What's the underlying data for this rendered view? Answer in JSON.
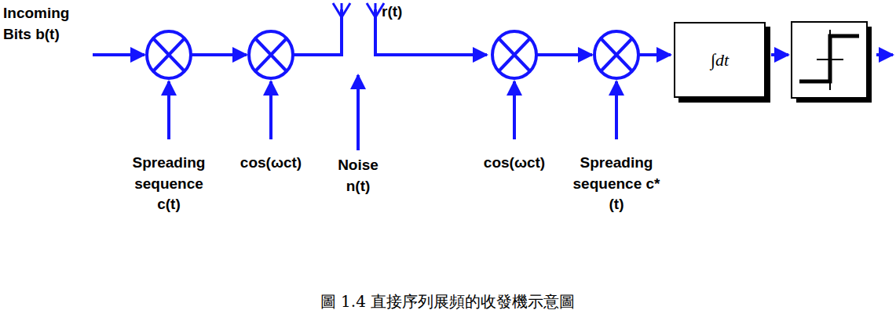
{
  "diagram": {
    "caption": "圖 1.4 直接序列展頻的收發機示意圖",
    "nodes": [
      {
        "text": [
          "∫dt"
        ]
      }
    ],
    "labels": [
      "Incoming Bits b(t)",
      "r(t)",
      "Noise n(t)",
      "Spreading sequence c(t)",
      "cos(ωct)",
      "cos(ωct)",
      "Spreading sequence c*(t)"
    ]
  }
}
